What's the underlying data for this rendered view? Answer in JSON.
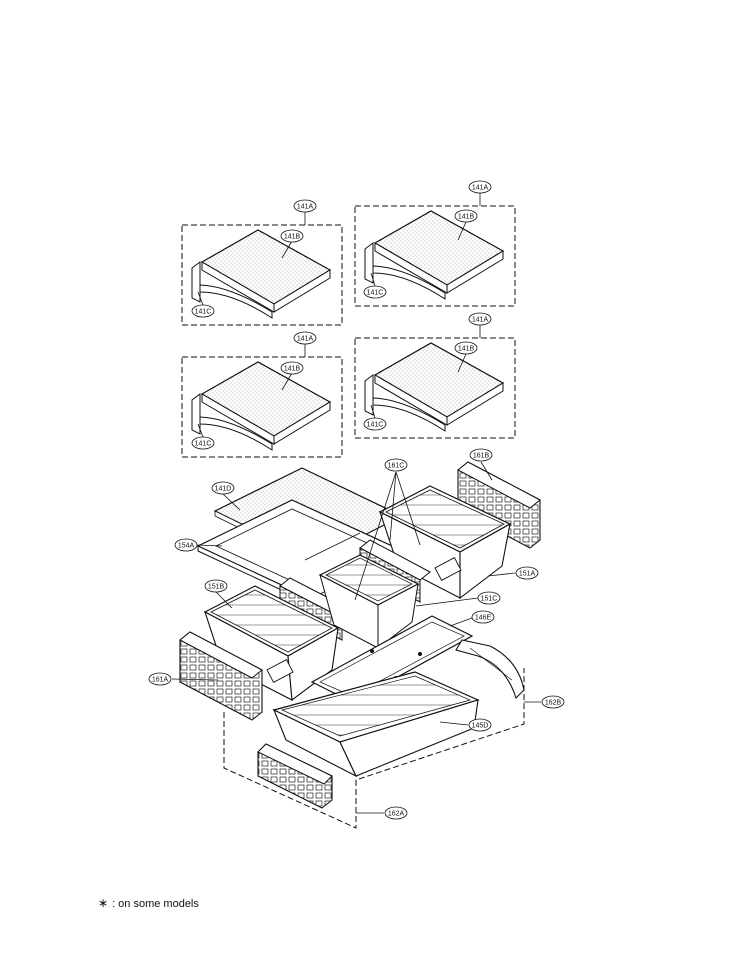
{
  "callouts": {
    "a141A_1": "141A",
    "a141B_1": "141B",
    "a141C_1": "141C",
    "a141A_2": "141A",
    "a141B_2": "141B",
    "a141C_2": "141C",
    "a141A_3": "141A",
    "a141B_3": "141B",
    "a141C_3": "141C",
    "a141A_4": "141A",
    "a141B_4": "141B",
    "a141C_4": "141C",
    "a141D": "141D",
    "a154A": "154A",
    "a161C": "161C",
    "a161B": "161B",
    "a151A": "151A",
    "a151B": "151B",
    "a151C": "151C",
    "a146E": "146E",
    "a161A": "161A",
    "a162B": "162B",
    "a145D": "145D",
    "a162A": "162A"
  },
  "footnote": {
    "symbol": "∗",
    "text": ": on some models"
  }
}
